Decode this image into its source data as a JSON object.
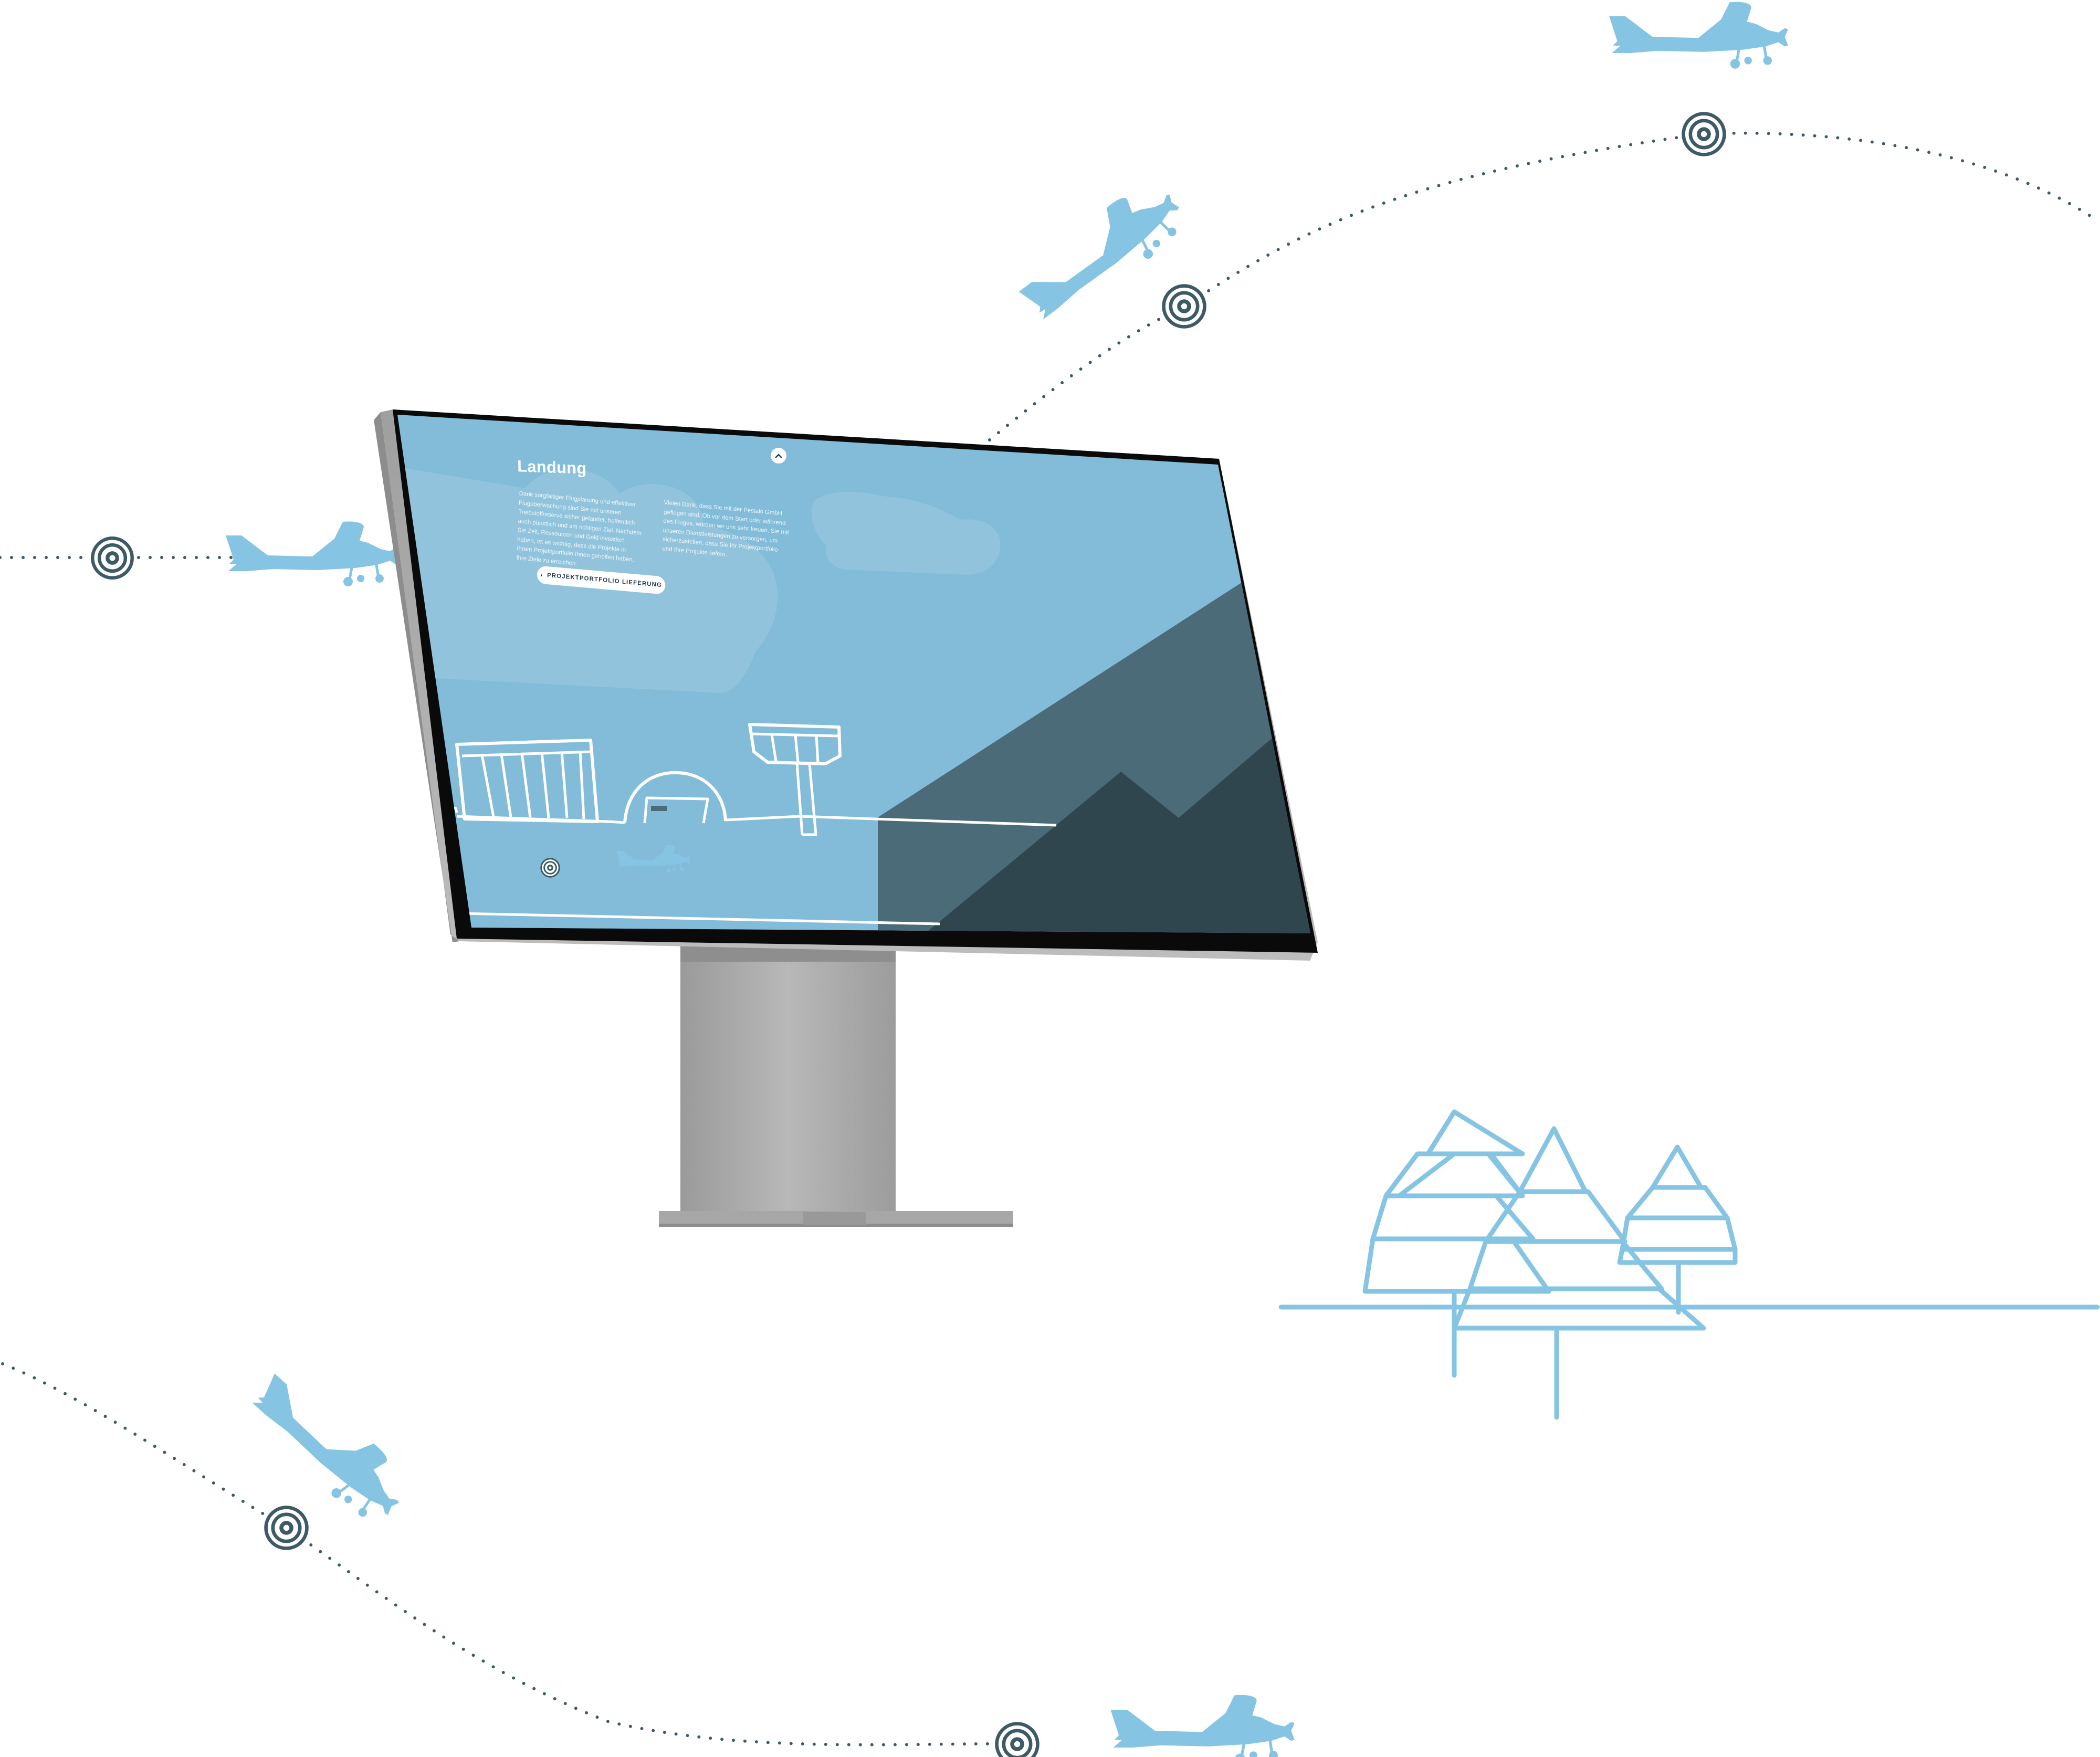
{
  "screen": {
    "title": "Landung",
    "column_left": "Dank sorgfältiger Flugplanung und effektiver Flugüberwachung sind Sie mit unseren Treibstoffreserve sicher gelandet, hoffentlich auch pünktlich und am richtigen Ziel. Nachdem Sie Zeit, Ressourcen und Geld investiert haben, ist es wichtig, dass die Projekte in Ihrem Projektportfolio Ihnen geholfen haben, Ihre Ziele zu erreichen.",
    "column_right": "Vielen Dank, dass Sie mit der Pestalo GmbH geflogen sind. Ob vor dem Start oder während des Fluges, würden wir uns sehr freuen, Sie mit unseren Dienstleistungen zu versorgen, um sicherzustellen, dass Sie Ihr Projektportfolio und Ihre Projekte liefern.",
    "button_label": "PROJEKTPORTFOLIO LIEFERUNG",
    "button_icon": "chevron-right-icon",
    "scroll_top_icon": "chevron-up-icon"
  },
  "colors": {
    "sky": "#82bcd8",
    "cloud": "#91c4dc",
    "mountain_back": "#4c6b78",
    "mountain_front": "#30464e",
    "airplane": "#86c4e3",
    "route": "#3d5a67",
    "tree": "#86c4e3",
    "bezel": "#0a0a0a",
    "stand": "#a9a9a9"
  }
}
